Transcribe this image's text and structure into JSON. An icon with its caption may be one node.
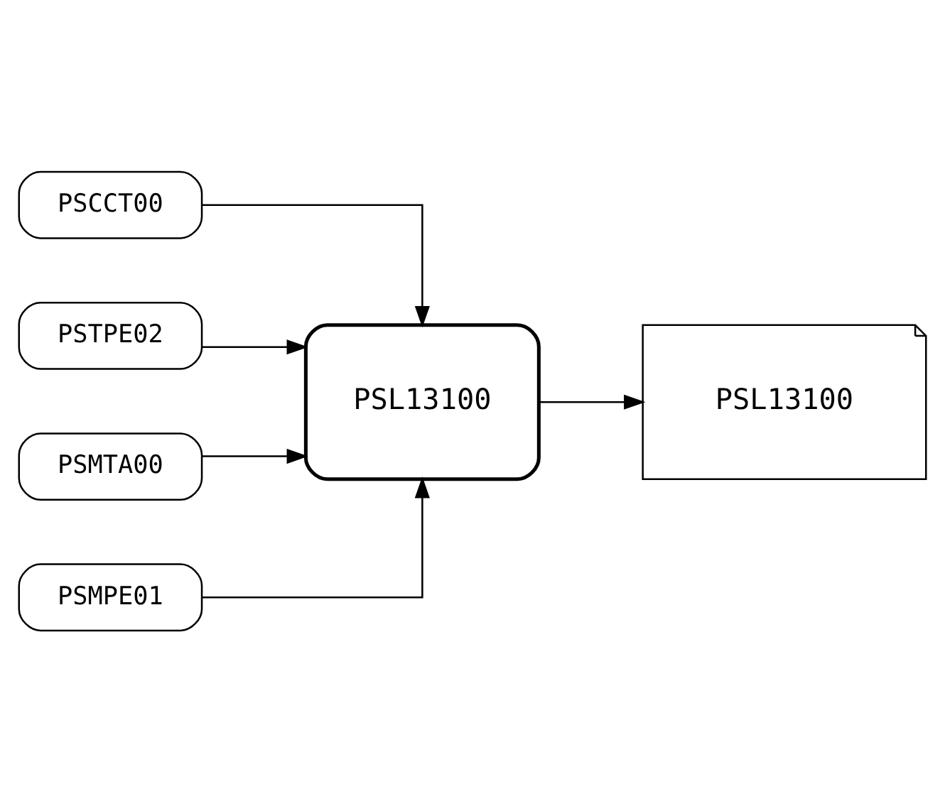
{
  "diagram": {
    "nodes": [
      {
        "text": [
          "PSCCT00"
        ]
      },
      {
        "text": [
          "PSTPE02"
        ]
      },
      {
        "text": [
          "PSMTA00"
        ]
      },
      {
        "text": [
          "PSMPE01"
        ]
      },
      {
        "text": [
          "PSL13100"
        ]
      },
      {
        "text": [
          "PSL13100"
        ]
      }
    ],
    "edges": [
      {
        "from": 0,
        "to": 4,
        "arrow": "to"
      },
      {
        "from": 1,
        "to": 4,
        "arrow": "to"
      },
      {
        "from": 2,
        "to": 4,
        "arrow": "to"
      },
      {
        "from": 3,
        "to": 4,
        "arrow": "to"
      },
      {
        "from": 4,
        "to": 5,
        "arrow": "to"
      }
    ]
  }
}
